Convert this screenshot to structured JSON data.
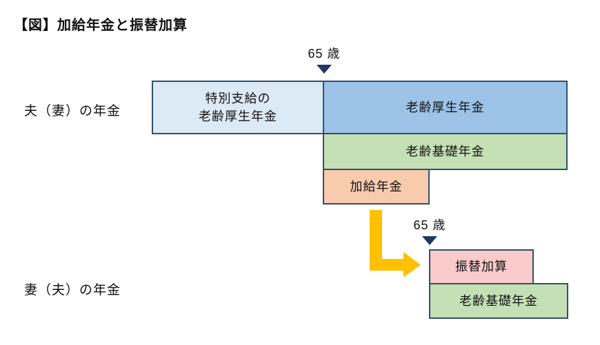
{
  "title": "【図】加給年金と振替加算",
  "labels": {
    "husband": "夫（妻）の年金",
    "wife": "妻（夫）の年金"
  },
  "age_markers": {
    "husband": "65 歳",
    "wife": "65 歳"
  },
  "boxes": {
    "special_line1": "特別支給の",
    "special_line2": "老齢厚生年金",
    "kosei": "老齢厚生年金",
    "kiso_top": "老齢基礎年金",
    "kakyu": "加給年金",
    "furikae": "振替加算",
    "kiso_bottom": "老齢基礎年金"
  },
  "colors": {
    "box_border": "#2f4f6e",
    "special_fill": "#dceaf6",
    "kosei_fill": "#9dc3e6",
    "kiso_fill": "#c5e0b4",
    "kakyu_fill": "#f8cbad",
    "furikae_fill": "#fbcaca",
    "arrow": "#ffc000",
    "age_marker_triangle": "#1f3864"
  }
}
